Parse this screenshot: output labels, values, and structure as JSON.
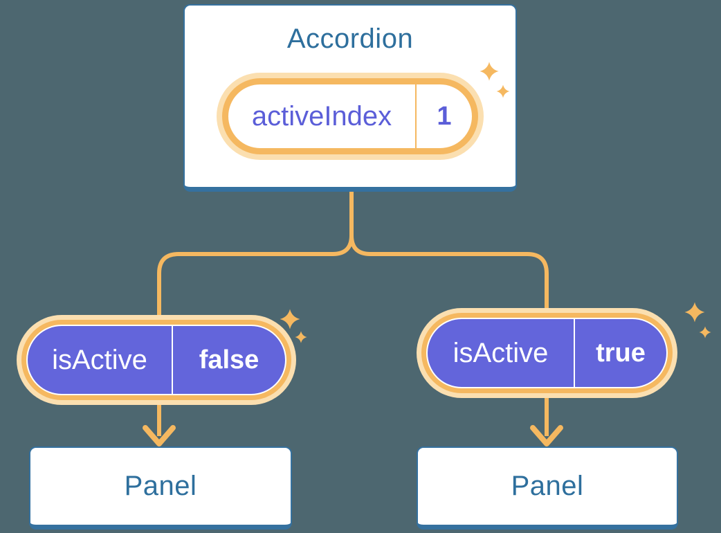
{
  "diagram": {
    "root": {
      "title": "Accordion",
      "state": {
        "label": "activeIndex",
        "value": "1"
      }
    },
    "children": [
      {
        "prop": {
          "label": "isActive",
          "value": "false"
        },
        "panel": {
          "title": "Panel"
        }
      },
      {
        "prop": {
          "label": "isActive",
          "value": "true"
        },
        "panel": {
          "title": "Panel"
        }
      }
    ],
    "icons": {
      "sparkle": "✦",
      "arrow": "arrow-down"
    },
    "palette": {
      "background": "#4D6770",
      "card_border_blue": "#35719F",
      "heading_blue": "#2E6F9D",
      "line_orange": "#F5B860",
      "ring_cream": "#FBDFB0",
      "pill_purple": "#6365DB",
      "pill_text_purple": "#5B5ED8",
      "pill_text_white": "#FFFFFF"
    }
  }
}
